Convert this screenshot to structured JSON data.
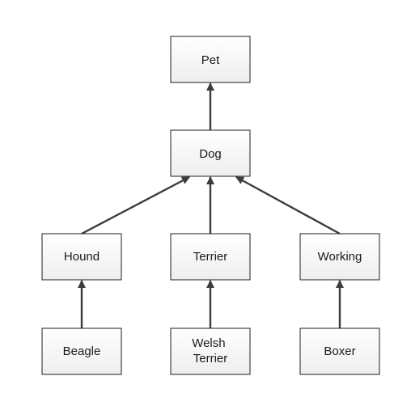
{
  "diagram": {
    "colors": {
      "node_fill_top": "#ffffff",
      "node_fill_bottom": "#eeeeee",
      "node_border": "#1e1e1e",
      "edge": "#3c3c3c",
      "text": "#1a1a1a"
    },
    "nodes": [
      {
        "id": "pet",
        "label": "Pet"
      },
      {
        "id": "dog",
        "label": "Dog"
      },
      {
        "id": "hound",
        "label": "Hound"
      },
      {
        "id": "terrier",
        "label": "Terrier"
      },
      {
        "id": "working",
        "label": "Working"
      },
      {
        "id": "beagle",
        "label": "Beagle"
      },
      {
        "id": "welsh-terrier",
        "label": "Welsh Terrier",
        "lines": [
          "Welsh",
          "Terrier"
        ]
      },
      {
        "id": "boxer",
        "label": "Boxer"
      }
    ],
    "edges": [
      {
        "from": "dog",
        "to": "pet"
      },
      {
        "from": "hound",
        "to": "dog"
      },
      {
        "from": "terrier",
        "to": "dog"
      },
      {
        "from": "working",
        "to": "dog"
      },
      {
        "from": "beagle",
        "to": "hound"
      },
      {
        "from": "welsh-terrier",
        "to": "terrier"
      },
      {
        "from": "boxer",
        "to": "working"
      }
    ]
  }
}
